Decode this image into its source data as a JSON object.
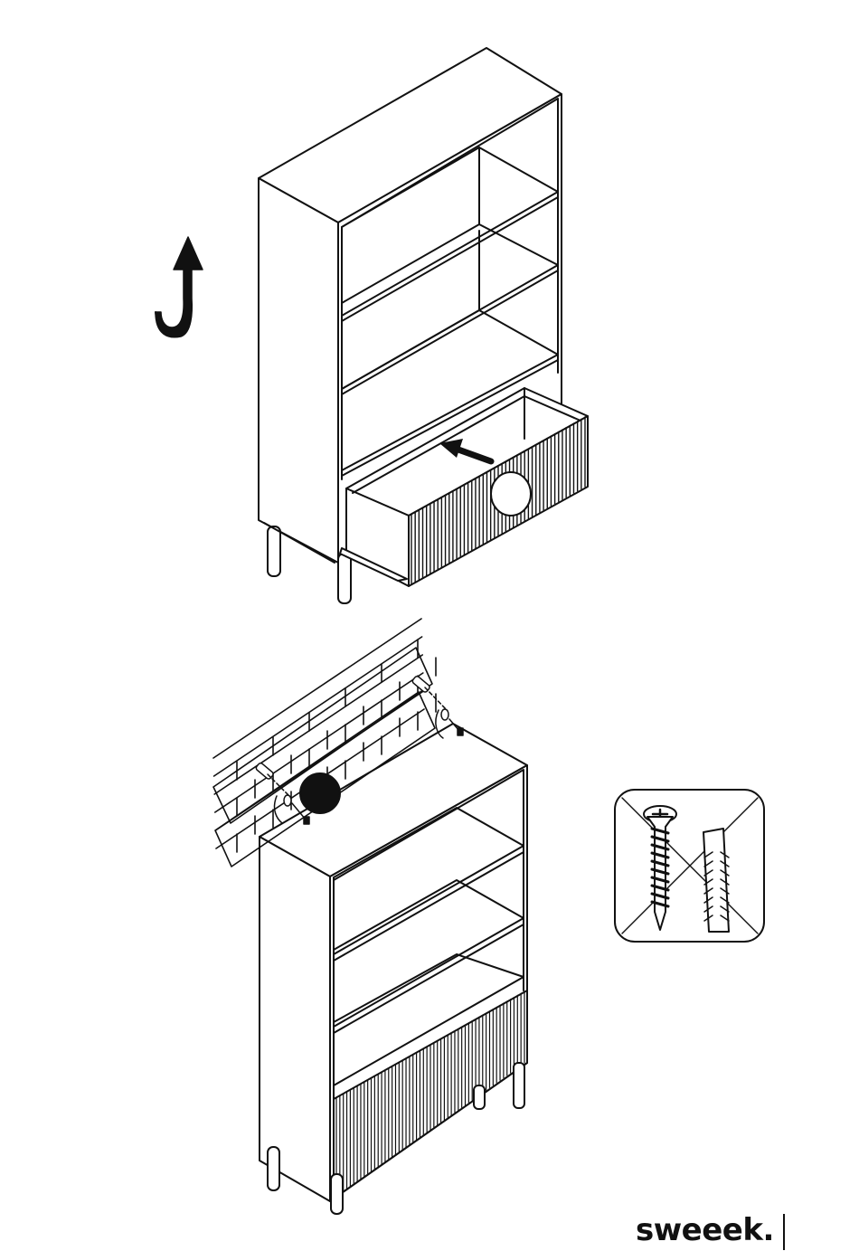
{
  "brand": {
    "name": "sweeek."
  },
  "steps": [
    {
      "name": "lift-cabinet-upright",
      "arrow": "curved-up-arrow"
    },
    {
      "name": "insert-drawer",
      "arrow": "push-arrow"
    },
    {
      "name": "wall-fixing",
      "warning": "screw-and-plug-not-included"
    }
  ],
  "colors": {
    "line": "#111111",
    "background": "#ffffff"
  }
}
